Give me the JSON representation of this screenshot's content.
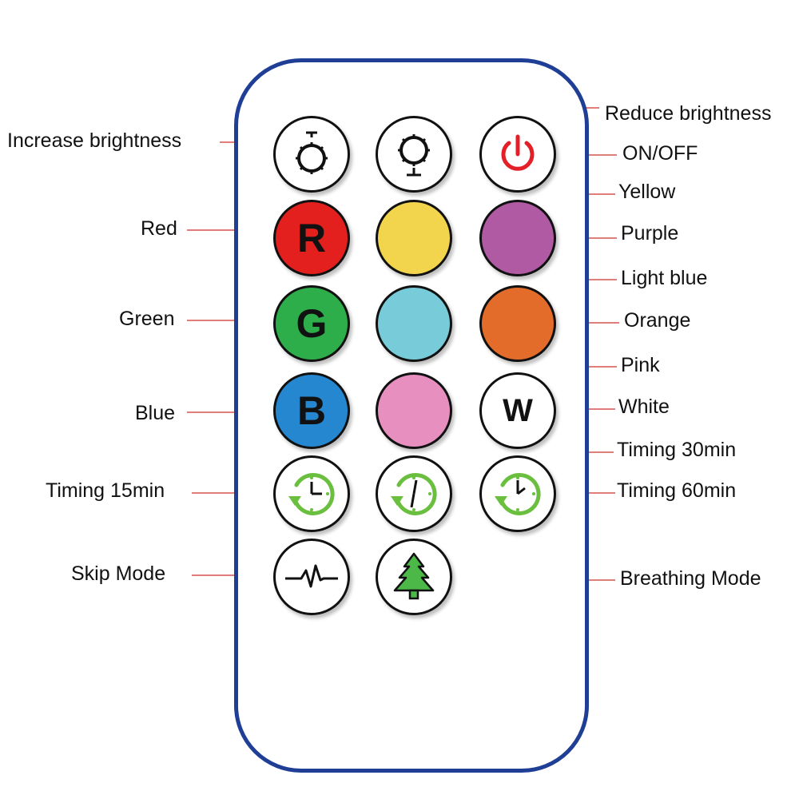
{
  "colors": {
    "remote_border": "#1f3e96",
    "leader_line": "#d9534f",
    "red": "#e3201d",
    "yellow": "#f3d44d",
    "purple": "#b05aa3",
    "green": "#2eae4a",
    "light_blue": "#78cbd8",
    "orange": "#e46c2b",
    "blue": "#2687d1",
    "pink": "#e790c0",
    "white": "#ffffff",
    "power_red": "#e32028",
    "timer_green": "#6abf3f",
    "tree_green": "#4cb848"
  },
  "buttons": {
    "increase_brightness": {
      "icon": "brightness-up-icon"
    },
    "reduce_brightness": {
      "icon": "brightness-down-icon"
    },
    "on_off": {
      "icon": "power-icon"
    },
    "red": {
      "letter": "R"
    },
    "yellow": {},
    "purple": {},
    "green": {
      "letter": "G"
    },
    "light_blue": {},
    "orange": {},
    "blue": {
      "letter": "B"
    },
    "pink": {},
    "white": {
      "letter": "W"
    },
    "timing_15": {
      "icon": "timer-icon"
    },
    "timing_30": {
      "icon": "timer-icon"
    },
    "timing_60": {
      "icon": "timer-icon"
    },
    "skip_mode": {
      "icon": "pulse-wave-icon"
    },
    "breathing_mode": {
      "icon": "tree-icon"
    }
  },
  "labels": {
    "increase_brightness": "Increase brightness",
    "reduce_brightness": "Reduce brightness",
    "on_off": "ON/OFF",
    "yellow": "Yellow",
    "red": "Red",
    "purple": "Purple",
    "light_blue": "Light blue",
    "green": "Green",
    "orange": "Orange",
    "pink": "Pink",
    "blue": "Blue",
    "white": "White",
    "timing_30": "Timing 30min",
    "timing_15": "Timing 15min",
    "timing_60": "Timing 60min",
    "skip_mode": "Skip Mode",
    "breathing_mode": "Breathing Mode"
  }
}
